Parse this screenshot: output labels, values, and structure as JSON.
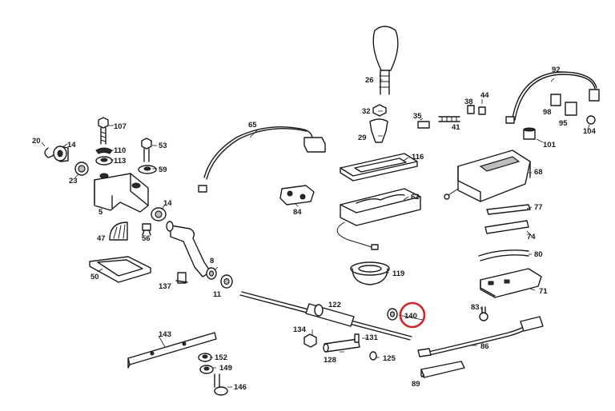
{
  "highlight": {
    "label": "140",
    "color": "#d0262a"
  },
  "labels": {
    "l107": "107",
    "l110": "110",
    "l113": "113",
    "l53": "53",
    "l59": "59",
    "l20": "20",
    "l14a": "14",
    "l23": "23",
    "l5": "5",
    "l14b": "14",
    "l47": "47",
    "l56": "56",
    "l8": "8",
    "l50": "50",
    "l137": "137",
    "l11": "11",
    "l65": "65",
    "l84": "84",
    "l26": "26",
    "l32": "32",
    "l29": "29",
    "l35": "35",
    "l38": "38",
    "l44": "44",
    "l41": "41",
    "l92": "92",
    "l98": "98",
    "l95": "95",
    "l104": "104",
    "l101": "101",
    "l116": "116",
    "l62": "62",
    "l68": "68",
    "l77": "77",
    "l74": "74",
    "l80": "80",
    "l71": "71",
    "l119": "119",
    "l83": "83",
    "l122": "122",
    "l140": "140",
    "l134": "134",
    "l131": "131",
    "l128": "128",
    "l125": "125",
    "l86": "86",
    "l89": "89",
    "l143": "143",
    "l152": "152",
    "l149": "149",
    "l146": "146"
  }
}
